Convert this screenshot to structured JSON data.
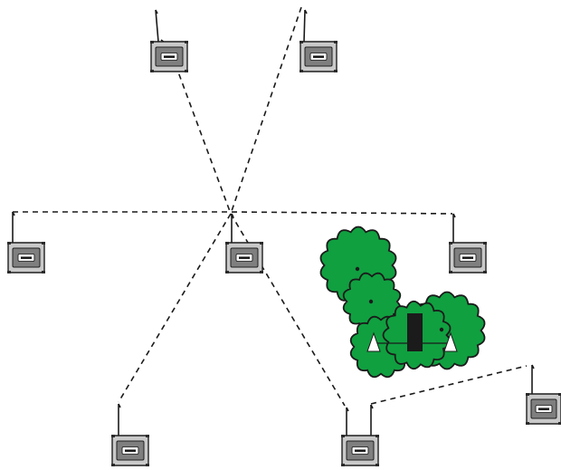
{
  "colors": {
    "background": "#ffffff",
    "link": "#1a1a1a",
    "device_body": "#c9c9c9",
    "device_panel": "#7f7f7f",
    "tree_fill": "#10a040",
    "tower": "#1b1b1b",
    "receiver": "#ffffff"
  },
  "devices": [
    {
      "id": "node-top-left",
      "antennas": 1,
      "icon": "radio-node-icon"
    },
    {
      "id": "node-top-right",
      "antennas": 1,
      "icon": "radio-node-icon"
    },
    {
      "id": "node-mid-left",
      "antennas": 1,
      "icon": "radio-node-icon"
    },
    {
      "id": "node-center",
      "antennas": 1,
      "icon": "radio-node-icon"
    },
    {
      "id": "node-mid-right",
      "antennas": 1,
      "icon": "radio-node-icon"
    },
    {
      "id": "node-far-right",
      "antennas": 1,
      "icon": "radio-node-icon"
    },
    {
      "id": "node-bottom-left",
      "antennas": 1,
      "icon": "radio-node-icon"
    },
    {
      "id": "node-bottom-center",
      "antennas": 2,
      "icon": "radio-node-icon"
    }
  ],
  "obstacle": {
    "tree_count": 5,
    "icon": "tree-cluster-icon",
    "tower_icon": "tower-icon",
    "receiver_icon": "triangle-marker-icon",
    "receivers": 2
  }
}
